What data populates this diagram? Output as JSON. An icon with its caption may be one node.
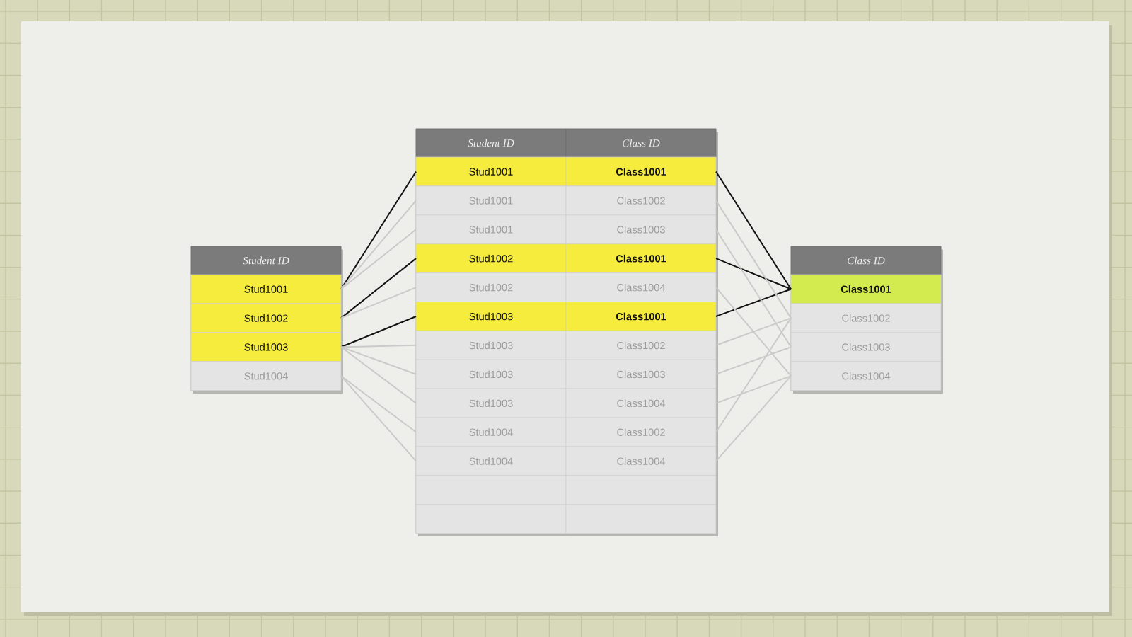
{
  "diagram": {
    "nodes": [
      {
        "text": [
          "Student ID"
        ]
      },
      {
        "text": [
          "Stud1001"
        ],
        "in": 0
      },
      {
        "text": [
          "Stud1002"
        ],
        "in": 0
      },
      {
        "text": [
          "Stud1003"
        ],
        "in": 0
      },
      {
        "text": [
          "Stud1004"
        ],
        "in": 0
      },
      {
        "text": [
          "Student ID",
          "Class ID"
        ]
      },
      {
        "text": [
          "Stud1001",
          "Class1001"
        ],
        "in": 5
      },
      {
        "text": [
          "Stud1001",
          "Class1002"
        ],
        "in": 5
      },
      {
        "text": [
          "Stud1001",
          "Class1003"
        ],
        "in": 5
      },
      {
        "text": [
          "Stud1002",
          "Class1001"
        ],
        "in": 5
      },
      {
        "text": [
          "Stud1002",
          "Class1004"
        ],
        "in": 5
      },
      {
        "text": [
          "Stud1003",
          "Class1001"
        ],
        "in": 5
      },
      {
        "text": [
          "Stud1003",
          "Class1002"
        ],
        "in": 5
      },
      {
        "text": [
          "Stud1003",
          "Class1003"
        ],
        "in": 5
      },
      {
        "text": [
          "Stud1003",
          "Class1004"
        ],
        "in": 5
      },
      {
        "text": [
          "Stud1004",
          "Class1002"
        ],
        "in": 5
      },
      {
        "text": [
          "Stud1004",
          "Class1004"
        ],
        "in": 5
      },
      {
        "text": [],
        "shape": "box",
        "in": 5
      },
      {
        "text": [],
        "shape": "box",
        "in": 5
      },
      {
        "text": [
          "Class ID"
        ]
      },
      {
        "text": [
          "Class1001"
        ],
        "in": 19
      },
      {
        "text": [
          "Class1002"
        ],
        "in": 19
      },
      {
        "text": [
          "Class1003"
        ],
        "in": 19
      },
      {
        "text": [
          "Class1004"
        ],
        "in": 19
      }
    ],
    "edges": [
      {
        "from": 1,
        "to": 6,
        "arrow": "none",
        "color": "#111111"
      },
      {
        "from": 2,
        "to": 9,
        "arrow": "none",
        "color": "#111111"
      },
      {
        "from": 3,
        "to": 11,
        "arrow": "none",
        "color": "#111111"
      },
      {
        "from": 6,
        "to": 20,
        "arrow": "none",
        "color": "#111111"
      },
      {
        "from": 9,
        "to": 20,
        "arrow": "none",
        "color": "#111111"
      },
      {
        "from": 11,
        "to": 20,
        "arrow": "none",
        "color": "#111111"
      },
      {
        "from": 1,
        "to": 7,
        "arrow": "none"
      },
      {
        "from": 1,
        "to": 8,
        "arrow": "none"
      },
      {
        "from": 2,
        "to": 10,
        "arrow": "none"
      },
      {
        "from": 3,
        "to": 12,
        "arrow": "none"
      },
      {
        "from": 3,
        "to": 13,
        "arrow": "none"
      },
      {
        "from": 3,
        "to": 14,
        "arrow": "none"
      },
      {
        "from": 4,
        "to": 15,
        "arrow": "none"
      },
      {
        "from": 4,
        "to": 16,
        "arrow": "none"
      },
      {
        "from": 7,
        "to": 21,
        "arrow": "none"
      },
      {
        "from": 8,
        "to": 22,
        "arrow": "none"
      },
      {
        "from": 10,
        "to": 23,
        "arrow": "none"
      },
      {
        "from": 12,
        "to": 21,
        "arrow": "none"
      },
      {
        "from": 13,
        "to": 22,
        "arrow": "none"
      },
      {
        "from": 14,
        "to": 23,
        "arrow": "none"
      },
      {
        "from": 15,
        "to": 21,
        "arrow": "none"
      },
      {
        "from": 16,
        "to": 23,
        "arrow": "none"
      }
    ]
  }
}
